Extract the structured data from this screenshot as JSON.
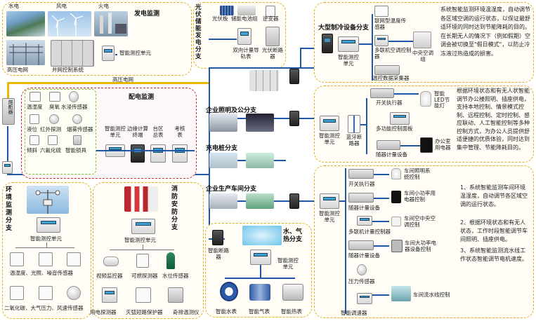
{
  "power_gen": {
    "title": "发电监测",
    "hydro": "水电",
    "wind": "风电",
    "thermal": "火电",
    "hv_grid": "高压电网",
    "grid_control": "并网控制系统",
    "smart_meter": "智能测控单元"
  },
  "hv_line_label": "高压电网",
  "breaker_vertical": "熔断器",
  "pv_branch": {
    "title": "光伏储能发电分支",
    "pv_panel": "光伏板",
    "storage_battery": "储能电池组",
    "inverter": "逆变器",
    "bidir_meter": "双向计量导轨表",
    "pv_breaker": "光伏断路器"
  },
  "distribution": {
    "title": "配电监测",
    "items": [
      "温湿度",
      "臭氧",
      "水浸传感器",
      "液位",
      "红外探测",
      "烟雾传感器",
      "倾斜",
      "六氟化硫",
      "智能锁具"
    ],
    "smart_meter": "智能测控单元",
    "edge_terminal": "边缘计算终端",
    "station_meter": "台区总表",
    "check_meter": "考核表"
  },
  "env_monitor": {
    "title": "环境监测分支",
    "smart_meter": "智能测控单元",
    "sensor_row1": "温湿度、光照、噪音传感器",
    "sensor_row2": "二氧化碳、大气压力、风速传感器"
  },
  "fire_branch": {
    "title": "消防安防分支",
    "smart_meter": "智能测控单元",
    "video": "视频监控器",
    "gas": "可燃探测器",
    "water_level": "水位传感器",
    "electric": "用电探测器",
    "arc": "灭弧短路保护器",
    "temp": "奇排温测仪"
  },
  "hvac_branch": {
    "title": "大型制冷设备分支",
    "smart_meter": "智能测控单元",
    "temp_sensor": "联网型温度传感器",
    "ac_controller": "多联机空调控制器",
    "central_ac": "中央空调组",
    "temp_collector": "温控数据采集器",
    "description": "系统智能监测环境温湿度，自动调节各区域空调的运行状态，以保证最舒适环境的同时达到节能降耗的目的。在长期无人的情况下（例如假期）空调会被切换至\"假日模式\"，以防止冷冻液过热造成的损害。"
  },
  "lighting_branch": {
    "title": "企业照明及公分支",
    "smart_meter": "智能测控单元",
    "bluetooth_breaker": "蓝牙断路器",
    "switch_exec": "开关执行器",
    "multi_panel": "多功能控制面板",
    "led_lamp": "智能LED节能灯",
    "office_equip": "办公室用电器",
    "meter_device": "随器计量设备",
    "description": "根据环境状态和有无人状智能调节办公楼照明、插座供电，支持本地控制、情景模式控制、远程控制、定时控制、感应联动、人工智能控制等多种控制方式，为办公人员提供舒适便捷的优质体验，同时达到集中管理、节能降耗目的。"
  },
  "charging_branch": {
    "title": "充电桩分支"
  },
  "production_branch": {
    "title": "企业生产车间分支",
    "smart_meter": "智能测控单元",
    "switch_exec": "开关执行器",
    "meter_device1": "随器计量设备",
    "ac_controller": "多联机计量控制器",
    "meter_device2": "随器计量设备",
    "pressure": "压力传感器",
    "smart_adjust": "智能调速器",
    "light_control": "车间照明系统控制",
    "small_power": "车间小功率用电器控制",
    "central_ac": "车间空中央空调控制",
    "large_power": "车间大功率电器设备控制",
    "water_line": "车间流水线控制",
    "description": [
      "1、系统智能监测车间环境温湿度，自动调节各区域空调的运行状态。",
      "2、根据环境状态和有无人状态，工作时段智能调节车间照明、插座供电。",
      "3、系统智能监测流水线工作状态智能调节电机速度。"
    ]
  },
  "water_gas_branch": {
    "title": "水、气热分支",
    "smart_breaker": "智能断路器",
    "smart_meter": "智能测控单元",
    "water_meter": "智能水表",
    "gas_meter": "智能气表",
    "heat_meter": "智能热表"
  },
  "colors": {
    "bus_blue": "#1f56a8",
    "hv_yellow": "#e8b800",
    "panel_gold": "#e0b020",
    "panel_red": "#c0303a",
    "panel_green": "#90c030"
  }
}
